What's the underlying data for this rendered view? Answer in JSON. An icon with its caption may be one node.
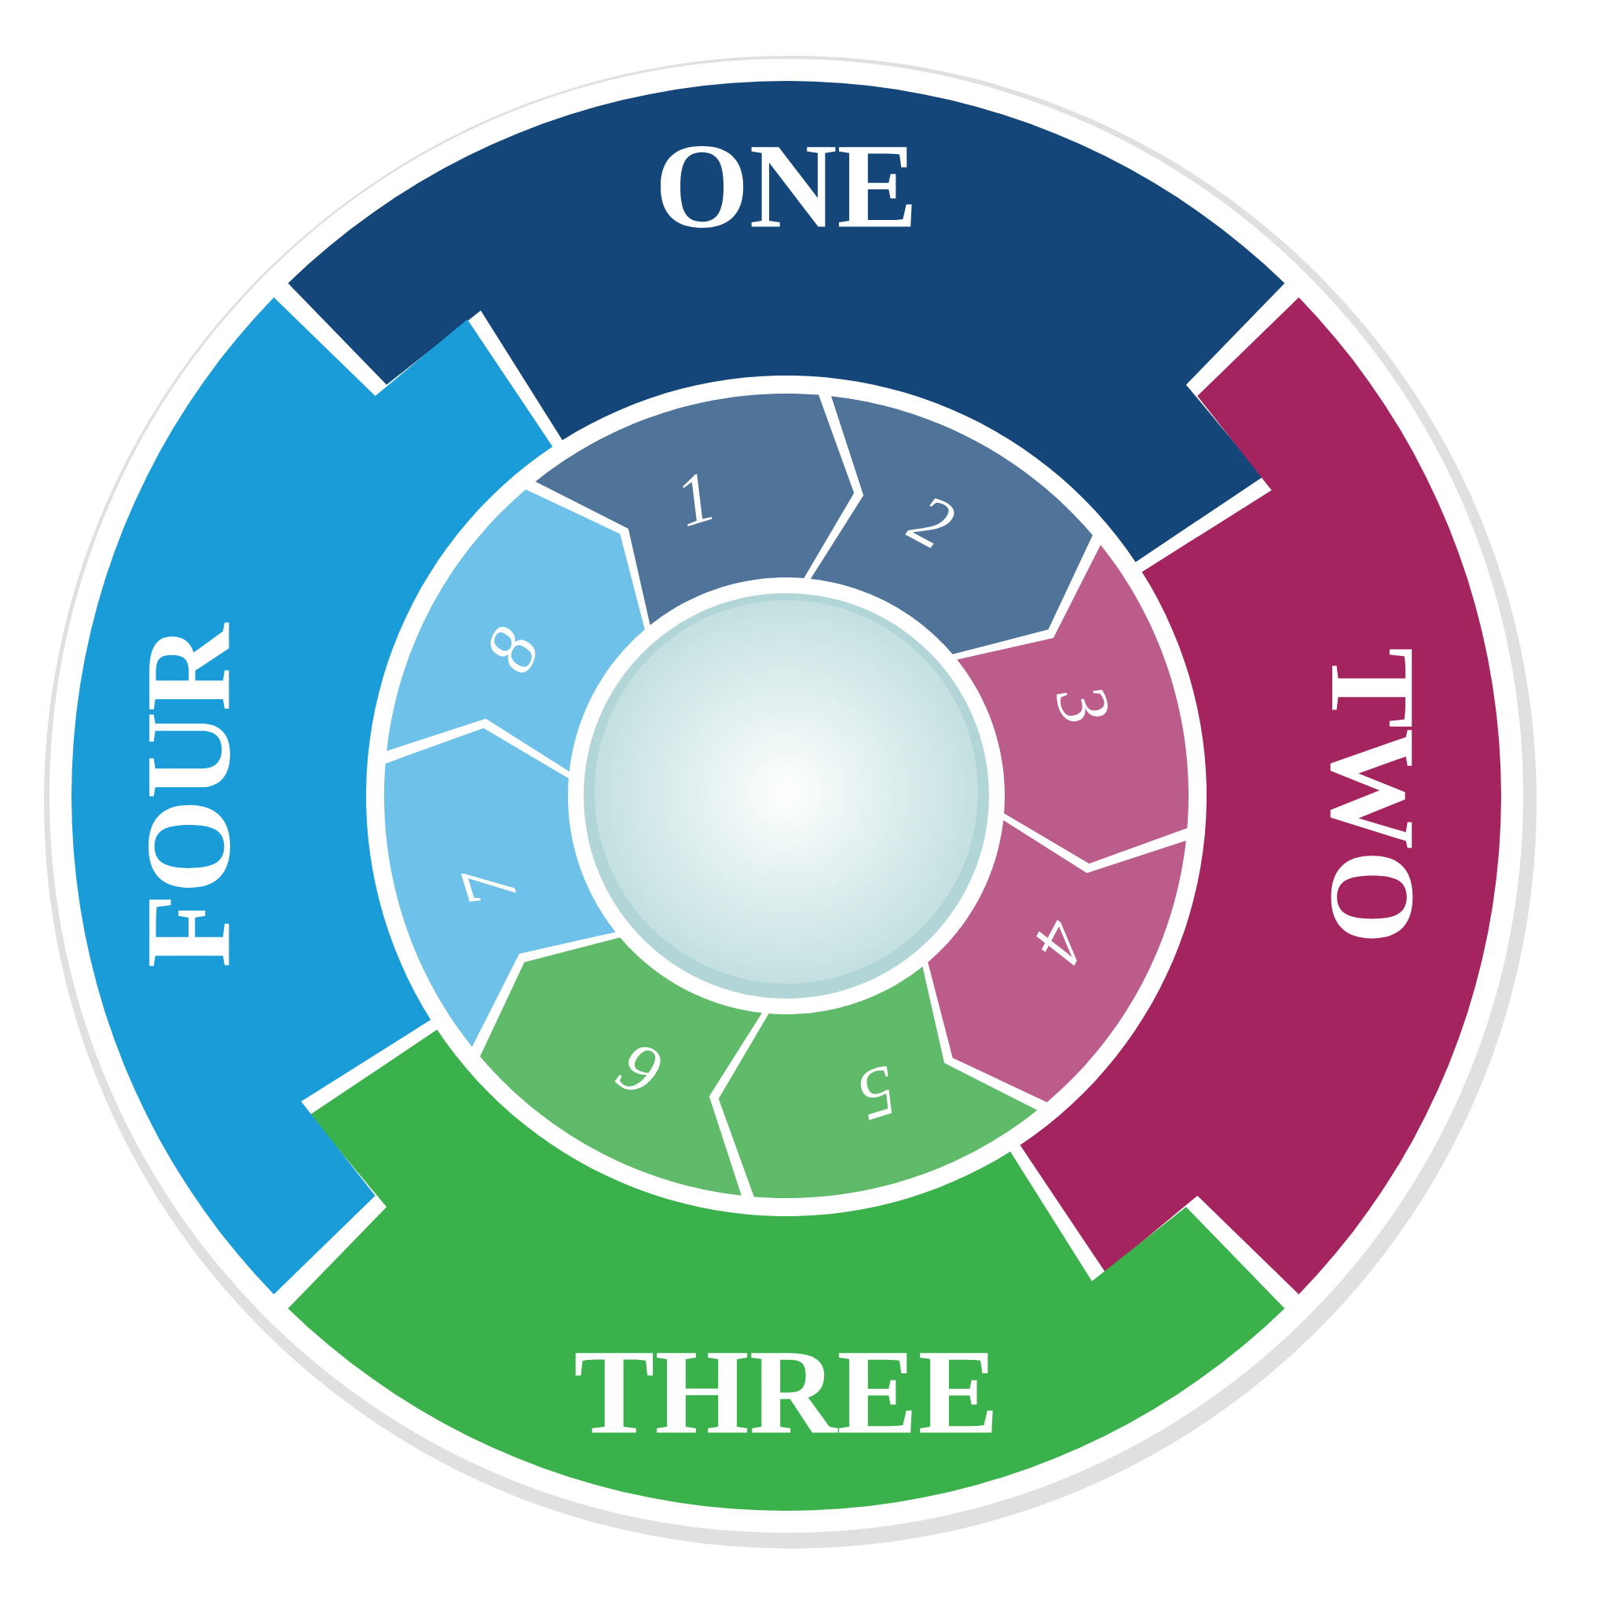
{
  "diagram": {
    "nodes": [
      {
        "text": [
          "ONE"
        ]
      },
      {
        "text": [
          "TWO"
        ]
      },
      {
        "text": [
          "THREE"
        ]
      },
      {
        "text": [
          "FOUR"
        ]
      },
      {
        "text": [
          "1"
        ]
      },
      {
        "text": [
          "2"
        ]
      },
      {
        "text": [
          "3"
        ]
      },
      {
        "text": [
          "4"
        ]
      },
      {
        "text": [
          "5"
        ]
      },
      {
        "text": [
          "6"
        ]
      },
      {
        "text": [
          "7"
        ]
      },
      {
        "text": [
          "8"
        ]
      },
      {
        "text": [],
        "shape": "circle"
      }
    ]
  }
}
